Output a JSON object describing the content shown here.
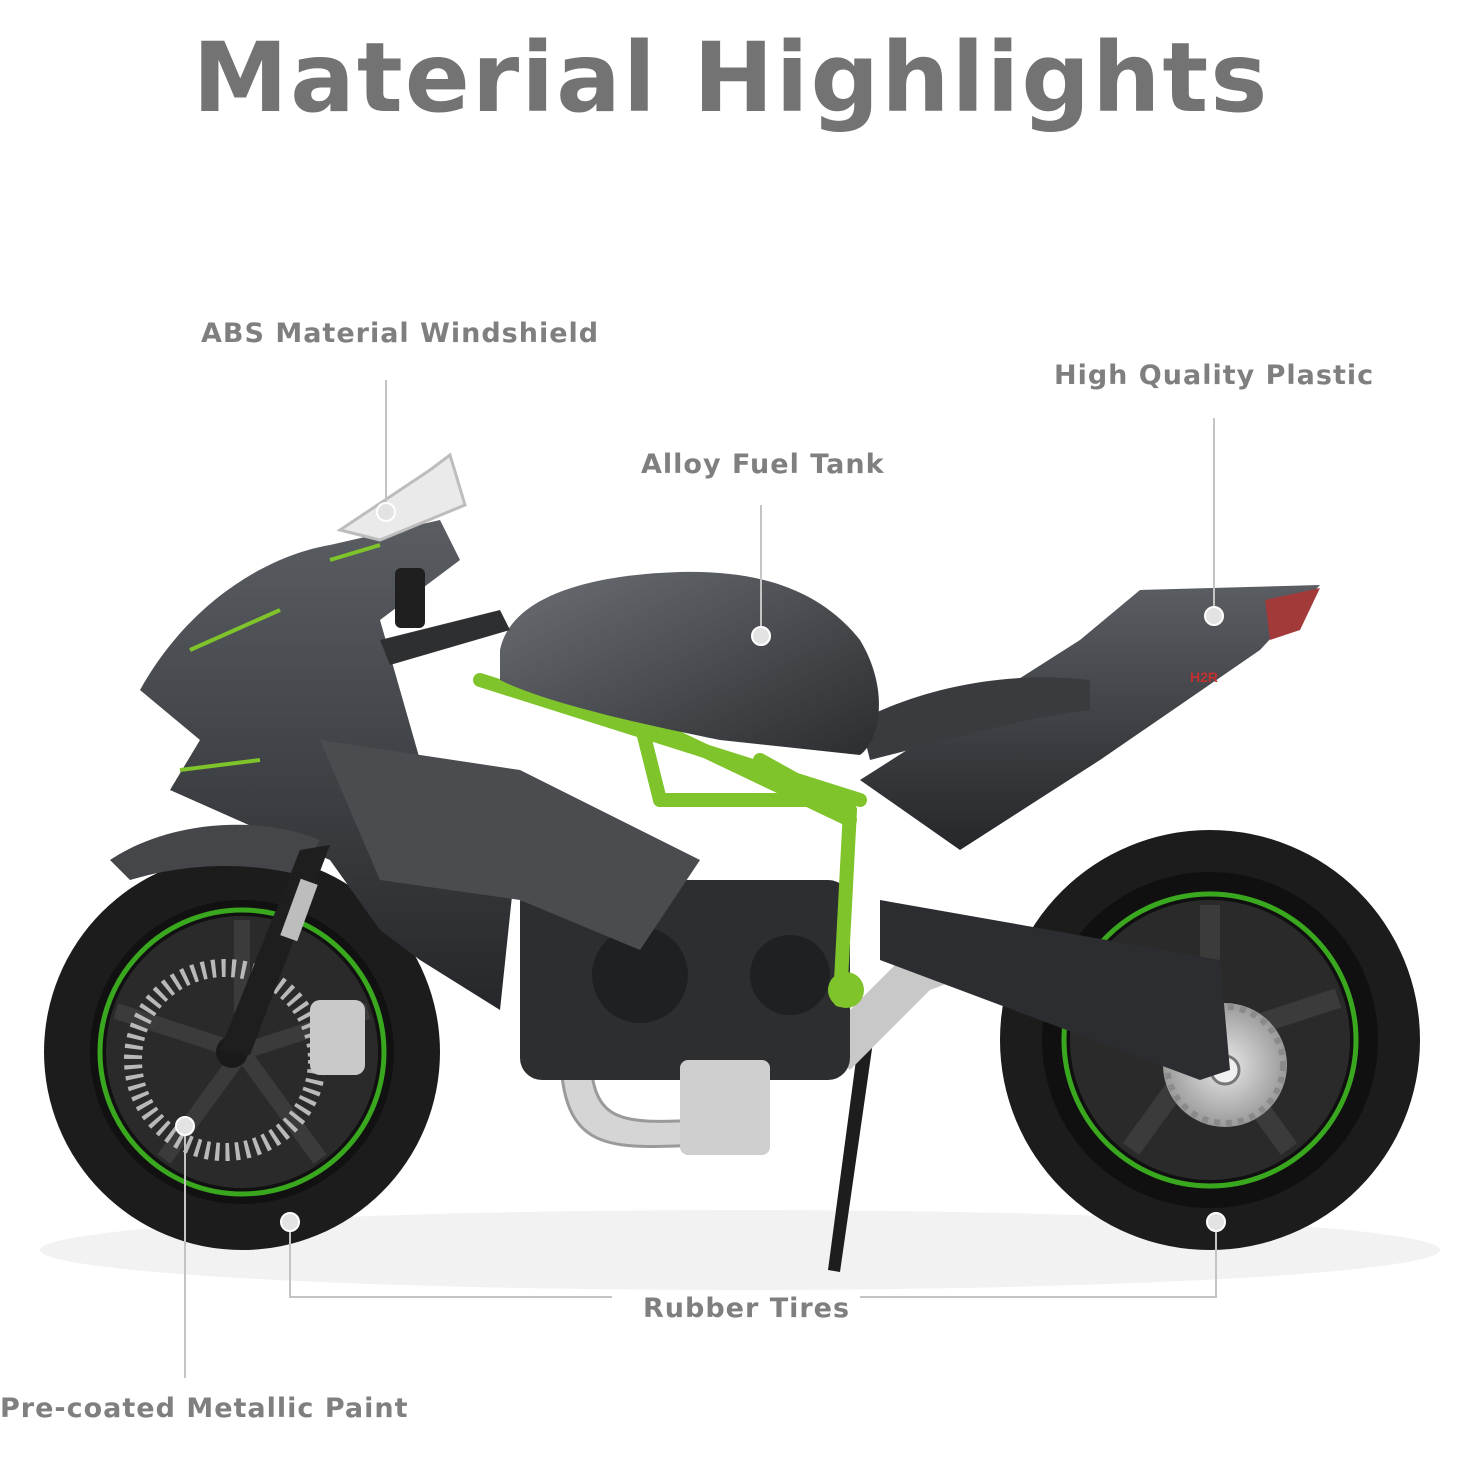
{
  "title": "Material Highlights",
  "callouts": {
    "windshield": "ABS Material Windshield",
    "plastic": "High Quality Plastic",
    "fuel_tank": "Alloy Fuel Tank",
    "tires": "Rubber Tires",
    "paint": "Pre-coated Metallic Paint"
  },
  "model_badge": "H2R",
  "colors": {
    "heading": "#737373",
    "label": "#7f7f7f",
    "frame_green": "#7ec42a",
    "body_dark": "#2e3033",
    "tire": "#1c1c1c"
  }
}
